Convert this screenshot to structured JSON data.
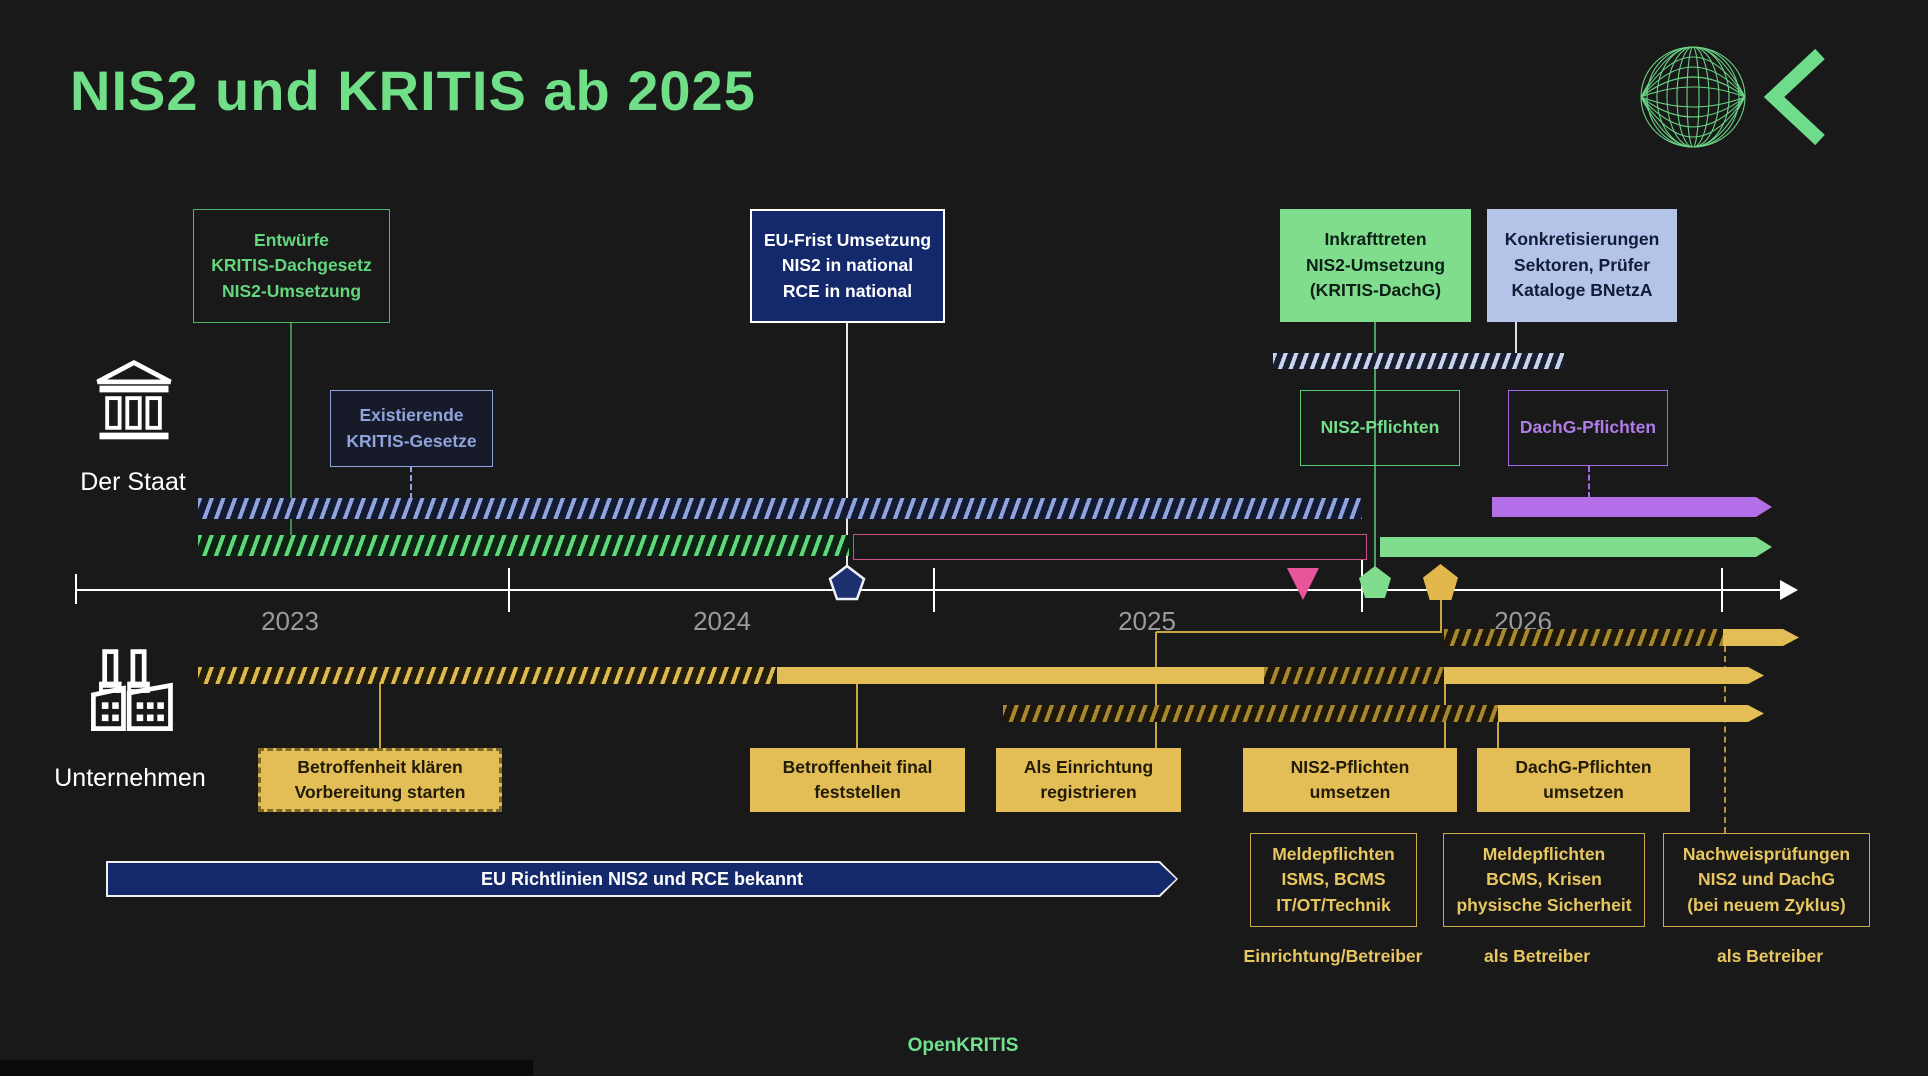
{
  "title": "NIS2 und KRITIS ab 2025",
  "banner": "EU Richtlinien NIS2 und RCE bekannt",
  "footer": "OpenKRITIS",
  "colors": {
    "background": "#191919",
    "accent_green": "#72e08c",
    "light_green_fill": "#7fdd8d",
    "navy_fill": "#14296b",
    "periwinkle_fill": "#b4c3e8",
    "periwinkle_text": "#8fa3dc",
    "purple": "#b46ee8",
    "pink": "#e8559a",
    "pink_outline": "#cf4f8a",
    "yellow": "#e3bd55",
    "white": "#ffffff",
    "year_gray": "#9b9b9b"
  },
  "state": {
    "label": "Der Staat",
    "entwuerfe": "Entwürfe\nKRITIS-Dachgesetz\nNIS2-Umsetzung",
    "existierende": "Existierende\nKRITIS-Gesetze",
    "eu_frist": "EU-Frist Umsetzung\nNIS2 in national\nRCE in national",
    "inkrafttreten": "Inkrafttreten\nNIS2-Umsetzung\n(KRITIS-DachG)",
    "konkretisierungen": "Konkretisierungen\nSektoren, Prüfer\nKataloge BNetzA",
    "nis2_pflichten": "NIS2-Pflichten",
    "dachg_pflichten": "DachG-Pflichten"
  },
  "timeline": {
    "years": [
      "2023",
      "2024",
      "2025",
      "2026"
    ],
    "markers": [
      {
        "name": "eu-frist-marker",
        "shape": "pentagon",
        "color": "#1c2f6e"
      },
      {
        "name": "meldepflicht-marker",
        "shape": "triangle-down",
        "color": "#e8559a"
      },
      {
        "name": "inkrafttreten-marker",
        "shape": "pentagon",
        "color": "#7fdd8d"
      },
      {
        "name": "registrierung-marker",
        "shape": "pentagon",
        "color": "#e2b84d"
      }
    ]
  },
  "company": {
    "label": "Unternehmen",
    "klaeren": "Betroffenheit klären\nVorbereitung starten",
    "final": "Betroffenheit final\nfeststellen",
    "registrieren": "Als Einrichtung\nregistrieren",
    "nis2_umsetzen": "NIS2-Pflichten\numsetzen",
    "dachg_umsetzen": "DachG-Pflichten\numsetzen",
    "melde1": "Meldepflichten\nISMS, BCMS\nIT/OT/Technik",
    "melde2": "Meldepflichten\nBCMS, Krisen\nphysische Sicherheit",
    "nachweis": "Nachweisprüfungen\nNIS2 und DachG\n(bei neuem Zyklus)",
    "role1": "Einrichtung/Betreiber",
    "role2": "als Betreiber",
    "role3": "als Betreiber"
  }
}
